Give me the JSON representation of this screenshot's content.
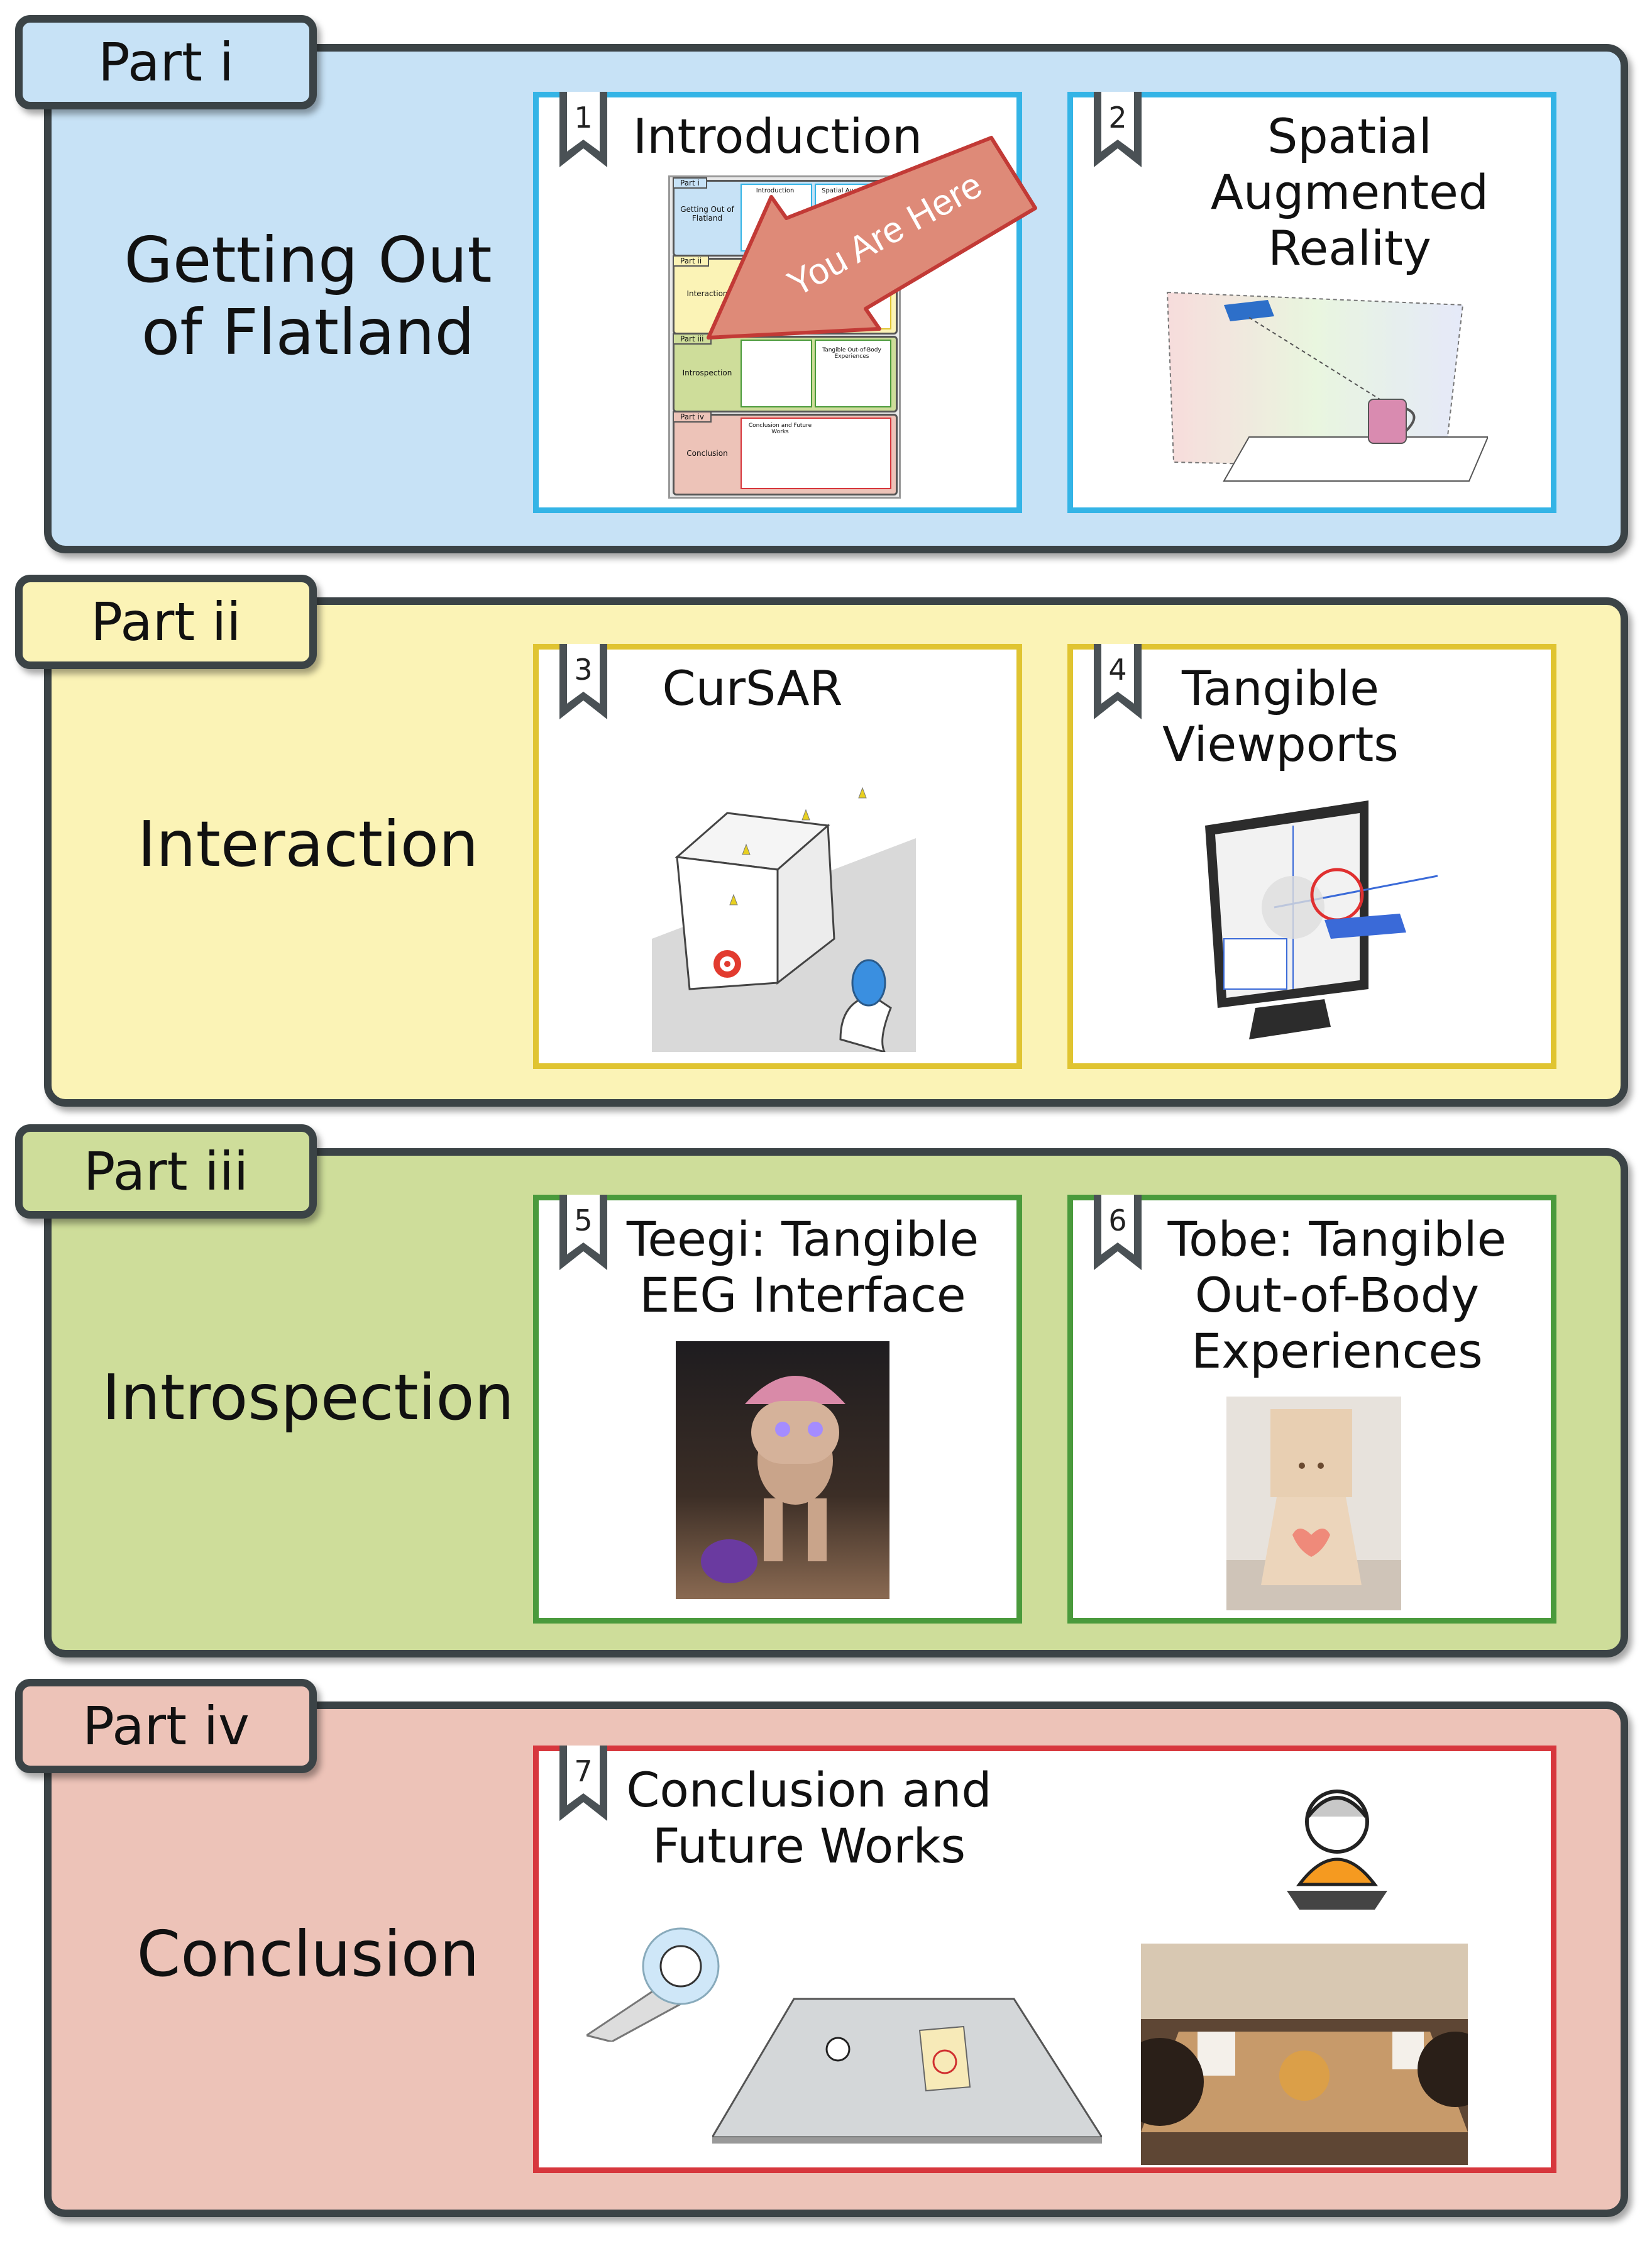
{
  "colors": {
    "border": "#3b4346",
    "part_i_bg": "#c7e2f6",
    "part_i_card": "#34b4e6",
    "part_ii_bg": "#fbf3b6",
    "part_ii_card": "#e0c431",
    "part_iii_bg": "#cedd9a",
    "part_iii_card": "#4a9a3c",
    "part_iv_bg": "#edc3b8",
    "part_iv_card": "#d7373d"
  },
  "parts": [
    {
      "tab": "Part i",
      "title": "Getting Out of Flatland",
      "cards": [
        {
          "number": "1",
          "title": "Introduction"
        },
        {
          "number": "2",
          "title": "Spatial Augmented Reality"
        }
      ]
    },
    {
      "tab": "Part ii",
      "title": "Interaction",
      "cards": [
        {
          "number": "3",
          "title": "CurSAR"
        },
        {
          "number": "4",
          "title": "Tangible Viewports"
        }
      ]
    },
    {
      "tab": "Part iii",
      "title": "Introspection",
      "cards": [
        {
          "number": "5",
          "title": "Teegi: Tangible EEG Interface"
        },
        {
          "number": "6",
          "title": "Tobe: Tangible Out-of-Body Experiences"
        }
      ]
    },
    {
      "tab": "Part iv",
      "title": "Conclusion",
      "cards": [
        {
          "number": "7",
          "title": "Conclusion and Future Works"
        }
      ]
    }
  ],
  "you_are_here": "You Are Here",
  "mini_map": {
    "tabs": [
      "Part i",
      "Part ii",
      "Part iii",
      "Part iv"
    ],
    "sections": [
      "Getting Out of Flatland",
      "Interaction",
      "Introspection",
      "Conclusion"
    ],
    "cards": [
      "Introduction",
      "Spatial Augmented Reality",
      "Tangible Out-of-Body Experiences",
      "Conclusion and Future Works"
    ]
  }
}
